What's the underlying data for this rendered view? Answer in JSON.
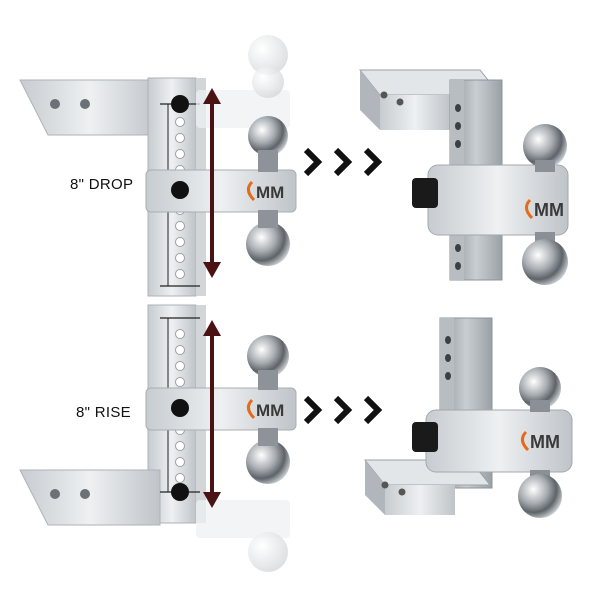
{
  "labels": {
    "drop": "8\" DROP",
    "rise": "8\" RISE"
  },
  "logo": {
    "text": "MM"
  },
  "icons": {
    "direction_arrows": "chevron-right-icon",
    "adjust_arrows": "double-headed-arrow-icon"
  },
  "colors": {
    "aluminum": "#d9dde0",
    "arrow": "#4a1212",
    "pin": "#111111",
    "logo_accent": "#e46a1c",
    "logo_text": "#3a3a3a"
  }
}
